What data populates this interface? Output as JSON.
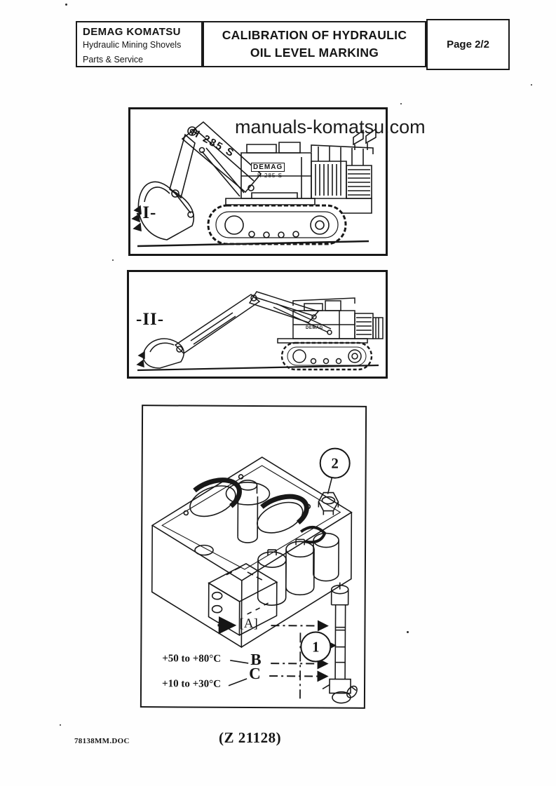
{
  "header": {
    "logo": "DEMAG KOMATSU",
    "subtitle1": "Hydraulic Mining Shovels",
    "subtitle2": "Parts & Service",
    "title_line1": "CALIBRATION OF HYDRAULIC",
    "title_line2": "OIL LEVEL MARKING",
    "page_label": "Page 2/2"
  },
  "watermark": {
    "text": "manuals-komatsu.com"
  },
  "figure1": {
    "label": "-I-",
    "boom_text": "H 285 S",
    "body_brand": "DEMAG",
    "body_model": "H 285 S"
  },
  "figure2": {
    "label": "-II-",
    "body_brand": "DEMAG"
  },
  "figure3": {
    "callout1": "1",
    "callout2": "2",
    "point_a": "[A]",
    "point_b": "B",
    "point_c": "C",
    "temp_b": "+50 to +80°C",
    "temp_c": "+10 to +30°C"
  },
  "footer": {
    "doc_number": "78138MM.DOC",
    "figure_code": "(Z 21128)"
  },
  "colors": {
    "ink": "#151515",
    "paper": "#fefefe"
  }
}
